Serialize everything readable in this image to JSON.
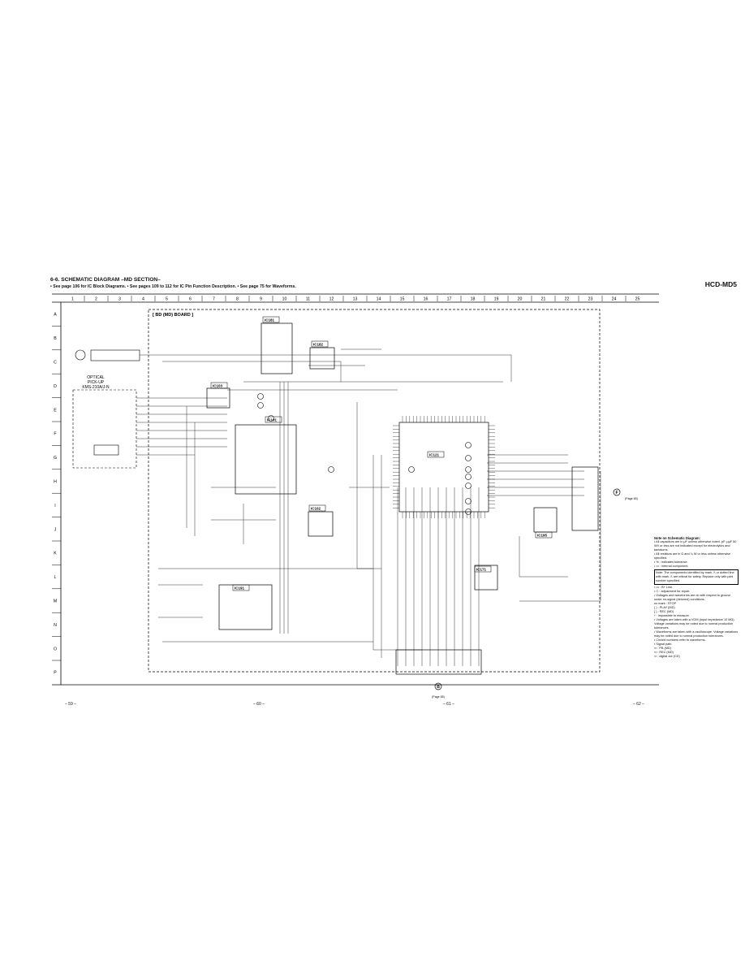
{
  "header": {
    "title": "6-6.  SCHEMATIC DIAGRAM –MD SECTION–",
    "subtitle": "• See page 106 for IC Block Diagrams.   • See pages 109 to 112 for IC Pin Function Description.   • See page 75 for Waveforms.",
    "model": "HCD-MD5"
  },
  "grid": {
    "columns": [
      "1",
      "2",
      "3",
      "4",
      "5",
      "6",
      "7",
      "8",
      "9",
      "10",
      "11",
      "12",
      "13",
      "14",
      "15",
      "16",
      "17",
      "18",
      "19",
      "20",
      "21",
      "22",
      "23",
      "24",
      "25"
    ],
    "rows": [
      "A",
      "B",
      "C",
      "D",
      "E",
      "F",
      "G",
      "H",
      "I",
      "J",
      "K",
      "L",
      "M",
      "N",
      "O",
      "P"
    ]
  },
  "board": {
    "label": "[ BD (MD)  BOARD ]"
  },
  "pickup": {
    "lines": [
      "OPTICAL",
      "PICK-UP",
      "KMS-210A/J-N"
    ]
  },
  "ics": {
    "ic181": "IC181",
    "ic182": "IC182",
    "ic103": "IC103",
    "ic101": "IC101",
    "ic121": "IC121",
    "ic102": "IC102",
    "ic171": "IC171",
    "ic191": "IC191",
    "ic195": "IC195"
  },
  "connectors": {
    "f_ref": "F",
    "f_text": "(Page 65)",
    "b_ref": "B",
    "b_text": "(Page 55)"
  },
  "notes": {
    "heading": "Note on Schematic Diagram:",
    "items": [
      "• All capacitors are in μF unless otherwise noted. pF: μμF 50 WV or less are not indicated except for electrolytics and tantalums.",
      "• All resistors are in Ω and ¼ W or less unless otherwise specified.",
      "• %  : indicates tolerance.",
      "• ▭ : internal component.",
      "Note: The components identified by mark ⚠ or dotted line with mark ⚠ are critical for safety. Replace only with part number specified.",
      "• ▭ : B+ Line.",
      "• ◇ : adjustment for repair.",
      "• Voltages and waveforms are dc with respect to ground under no-signal (detuned) conditions.",
      "  no mark : STOP",
      "  ( ) : PLAY (MD)",
      "  { } : REC (MD)",
      "  * : Impossible to measure",
      "• Voltages are taken with a VOM (Input impedance 10 MΩ). Voltage variations may be noted due to normal production tolerances.",
      "• Waveforms are taken with a oscilloscope. Voltage variations may be noted due to normal production tolerances.",
      "• Circled numbers refer to waveforms.",
      "• Signal path.",
      "  ⇨ : PB (MD)",
      "  ⇨ : REC (MD)",
      "  ⇨ : digital out (CD)"
    ]
  },
  "pages": {
    "p59": "– 59 –",
    "p60": "– 60 –",
    "p61": "– 61 –",
    "p62": "– 62 –"
  }
}
